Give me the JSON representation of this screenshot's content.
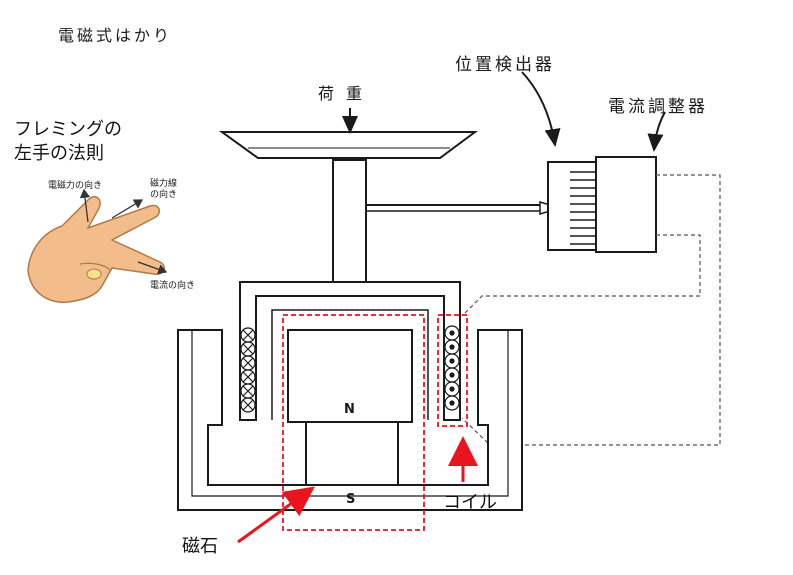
{
  "diagram": {
    "title": "電磁式はかり",
    "load_label": "荷重",
    "position_detector_label": "位置検出器",
    "current_regulator_label": "電流調整器",
    "magnet_n_label": "N",
    "magnet_s_label": "S"
  },
  "annotations": {
    "fleming_line1": "フレミングの",
    "fleming_line2": "左手の法則",
    "force_direction_label": "電磁力の向き",
    "field_direction_line1": "磁力線",
    "field_direction_line2": "の向き",
    "current_direction_label": "電流の向き",
    "coil_label": "コイル",
    "magnet_label": "磁石"
  },
  "colors": {
    "line": "#1a1a1a",
    "highlight": "#e8141e",
    "hand_skin": "#f2bd8a",
    "hand_outline": "#b07a4a"
  }
}
